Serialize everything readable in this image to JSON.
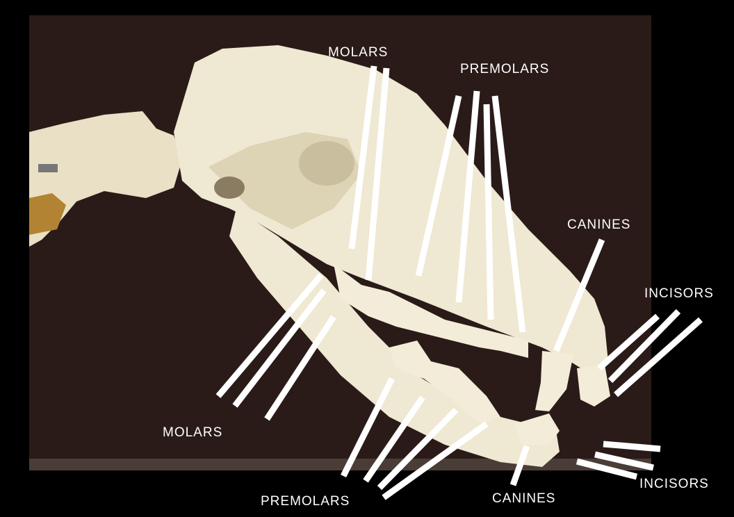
{
  "labels": {
    "upper_molars": "MOLARS",
    "upper_premolars": "PREMOLARS",
    "upper_canines": "CANINES",
    "upper_incisors": "INCISORS",
    "lower_molars": "MOLARS",
    "lower_premolars": "PREMOLARS",
    "lower_canines": "CANINES",
    "lower_incisors": "INCISORS"
  },
  "colors": {
    "background_frame": "#000000",
    "backdrop": "#2a1b18",
    "bone": "#efe8d2",
    "bone_shadow": "#c9bf9f",
    "pointer_lines": "#ffffff",
    "label_text": "#ffffff"
  }
}
